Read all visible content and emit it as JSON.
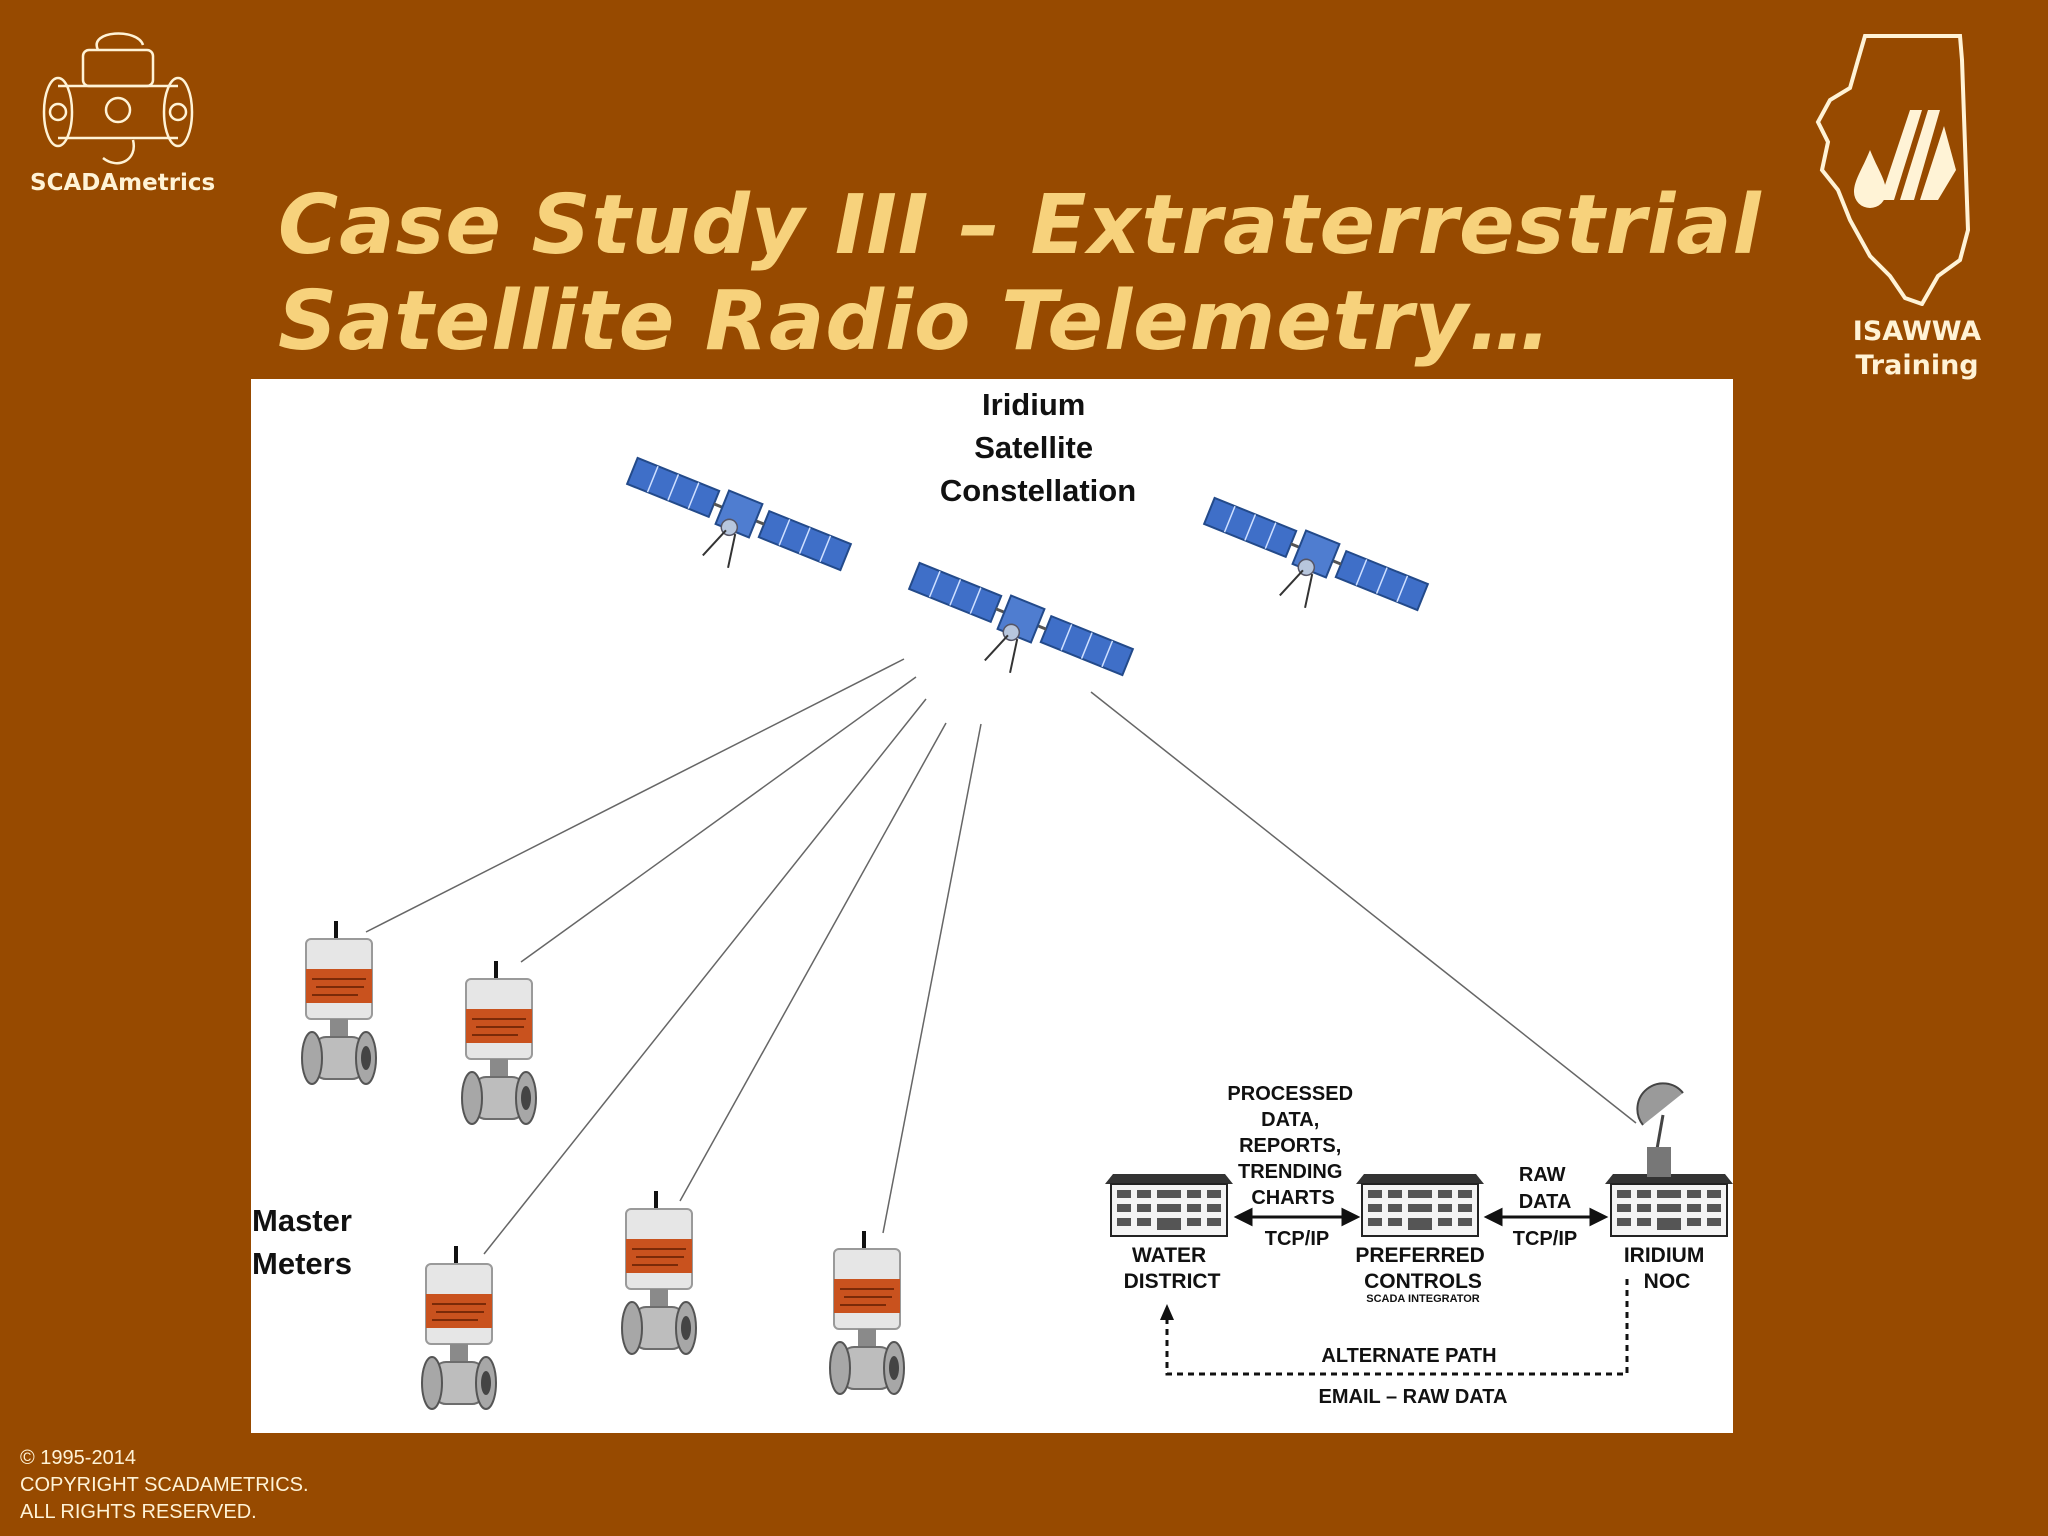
{
  "header": {
    "title_line1": "Case Study III – Extraterrestrial",
    "title_line2": "Satellite Radio Telemetry…",
    "left_logo_label": "SCADAmetrics",
    "right_logo_label_line1": "ISAWWA",
    "right_logo_label_line2": "Training"
  },
  "diagram": {
    "constellation_label": [
      "Iridium",
      "Satellite",
      "Constellation"
    ],
    "master_meters_label": [
      "Master",
      "Meters"
    ],
    "processed_data_label": [
      "PROCESSED",
      "DATA,",
      "REPORTS,",
      "TRENDING",
      "CHARTS"
    ],
    "raw_data_label": [
      "RAW",
      "DATA"
    ],
    "tcpip_label": "TCP/IP",
    "water_district_label": [
      "WATER",
      "DISTRICT"
    ],
    "preferred_controls_label": [
      "PREFERRED",
      "CONTROLS"
    ],
    "scada_integrator_label": "SCADA INTEGRATOR",
    "iridium_noc_label": [
      "IRIDIUM",
      "NOC"
    ],
    "alternate_path_label": "ALTERNATE PATH",
    "email_raw_data_label": "EMAIL – RAW DATA"
  },
  "footer": {
    "line1": "© 1995-2014",
    "line2": "COPYRIGHT SCADAMETRICS.",
    "line3": "ALL RIGHTS RESERVED."
  },
  "colors": {
    "background": "#974a00",
    "title": "#f7d27c",
    "panel_blue": "#3f6fc8",
    "meter_band": "#c9521e"
  },
  "icons": [
    "flow-meter-logo",
    "illinois-awwa-logo",
    "satellite-icon",
    "flow-meter-icon",
    "building-icon",
    "satellite-dish-icon"
  ]
}
